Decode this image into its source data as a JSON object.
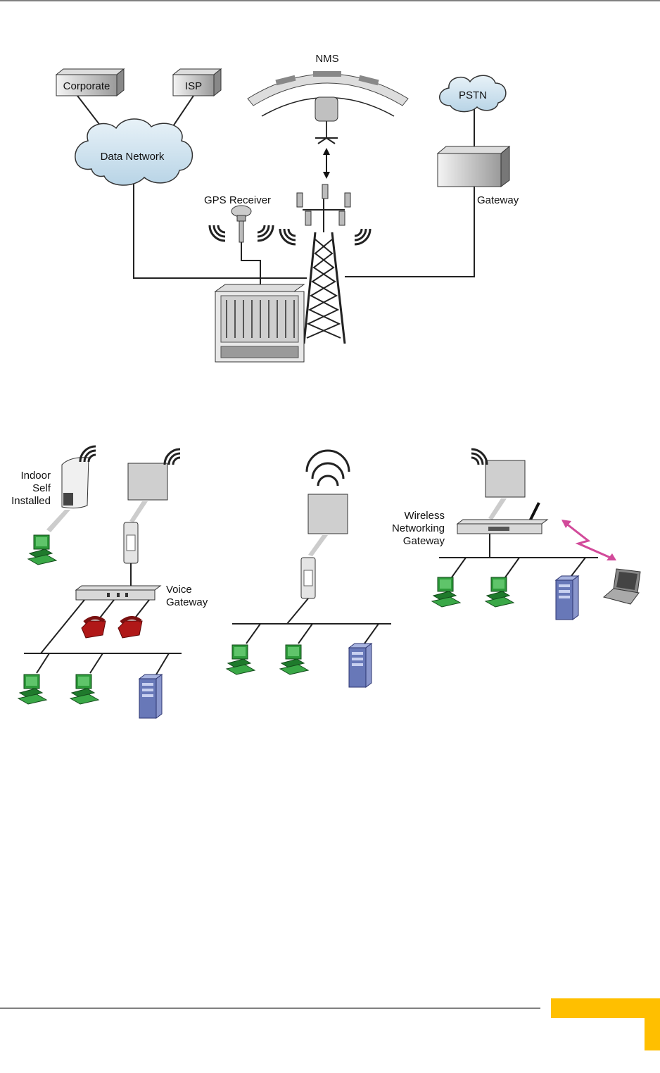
{
  "labels": {
    "corporate": "Corporate",
    "isp": "ISP",
    "data_network": "Data Network",
    "nms": "NMS",
    "pstn": "PSTN",
    "gateway": "Gateway",
    "gps_receiver": "GPS Receiver",
    "indoor_line1": "Indoor",
    "indoor_line2": "Self",
    "indoor_line3": "Installed",
    "voice_line1": "Voice",
    "voice_line2": "Gateway",
    "wireless_line1": "Wireless",
    "wireless_line2": "Networking",
    "wireless_line3": "Gateway"
  },
  "colors": {
    "cloud": "#cfe3ef",
    "box_gray": "#c8c8c8",
    "monitor_green": "#2d9a3a",
    "server_blue": "#6878b8",
    "phone_red": "#b01818",
    "link_pink": "#d24a9a",
    "accent_yellow": "#ffbf00"
  }
}
